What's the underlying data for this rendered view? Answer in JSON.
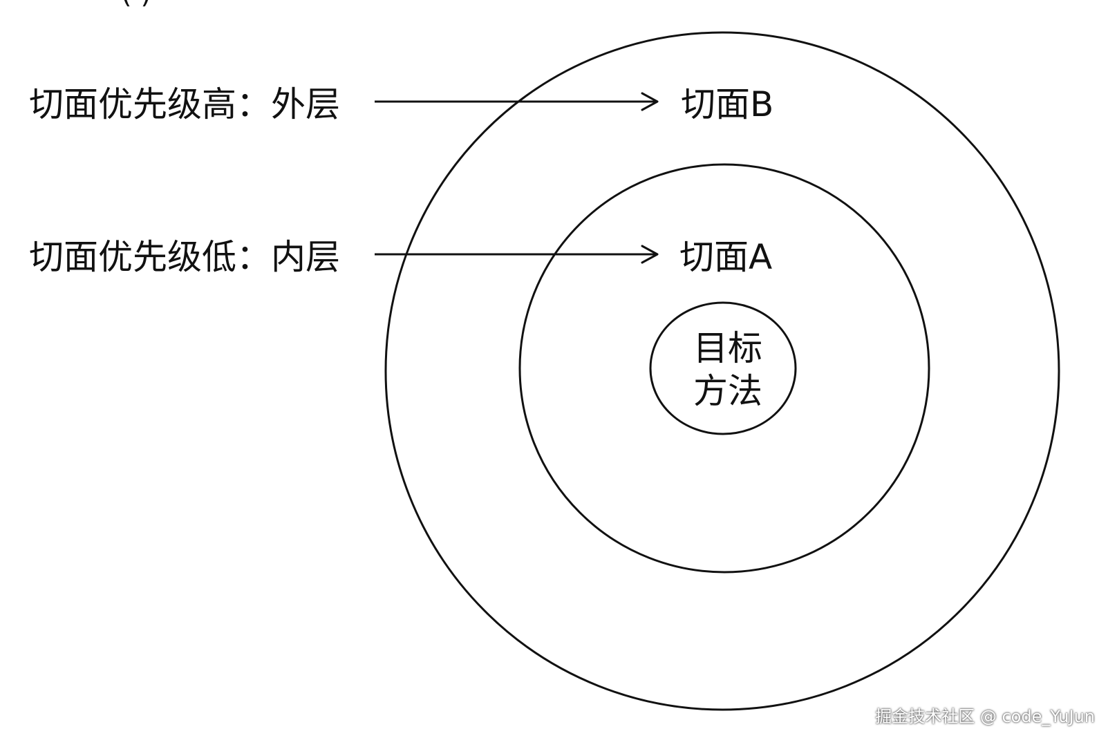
{
  "labels": {
    "high_priority": "切面优先级高：外层",
    "low_priority": "切面优先级低：内层",
    "aspect_b": "切面B",
    "aspect_a": "切面A",
    "target_line1": "目标",
    "target_line2": "方法"
  },
  "watermark": "掘金技术社区 @ code_YuJun",
  "colors": {
    "stroke": "#111111",
    "background": "#ffffff"
  }
}
